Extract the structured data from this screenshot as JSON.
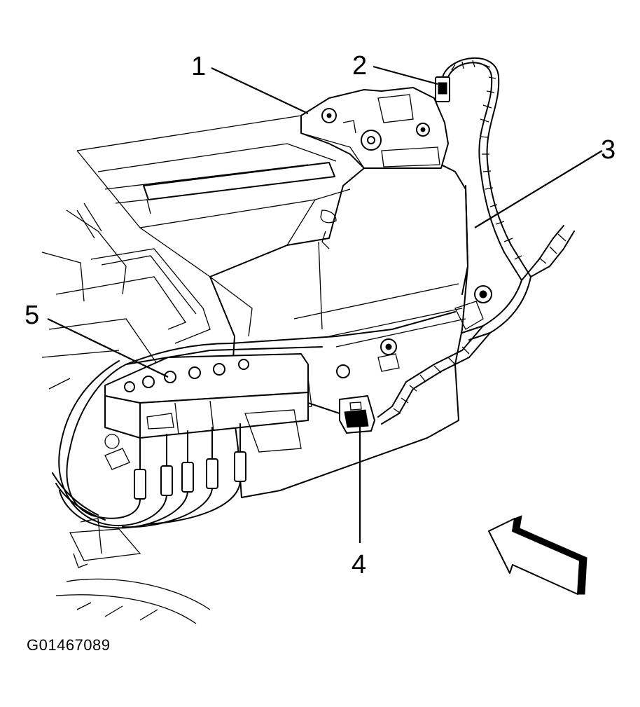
{
  "figure_id": "G01467089",
  "callouts": [
    {
      "id": 1,
      "label": "1"
    },
    {
      "id": 2,
      "label": "2"
    },
    {
      "id": 3,
      "label": "3"
    },
    {
      "id": 4,
      "label": "4"
    },
    {
      "id": 5,
      "label": "5"
    }
  ],
  "colors": {
    "ink": "#000000",
    "paper": "#ffffff"
  }
}
